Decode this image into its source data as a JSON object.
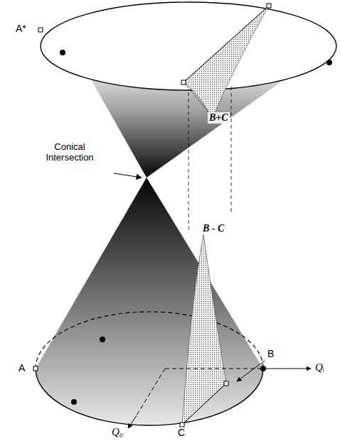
{
  "diagram": {
    "labels": [
      "A*",
      "B+C",
      "Conical Intersection",
      "B - C",
      "A",
      "B",
      "C",
      "Qᵢ",
      "Q₀"
    ]
  }
}
